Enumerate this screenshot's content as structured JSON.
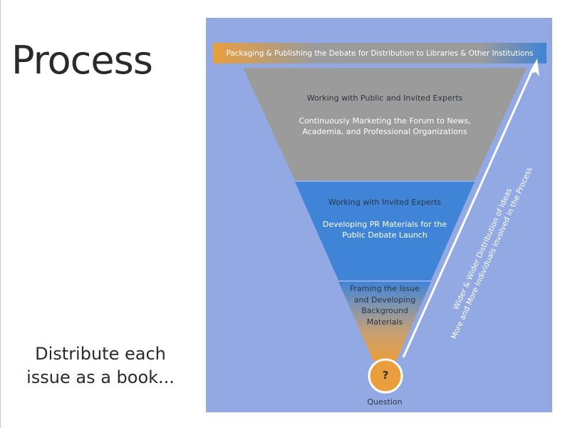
{
  "slide": {
    "title": "Process",
    "caption_line1": "Distribute each",
    "caption_line2": "issue as a book..."
  },
  "diagram": {
    "top_bar": {
      "label": "Packaging & Publishing the Debate for Distribution to Libraries & Other Institutions",
      "gradient": [
        "#e99f3d",
        "#9b9b9b",
        "#3f84d6"
      ]
    },
    "tiers": [
      {
        "primary": "Working with Public and Invited Experts",
        "secondary_line1": "Continuously Marketing the Forum to News,",
        "secondary_line2": "Academia, and Professional Organizations",
        "color": "#9b9b9b"
      },
      {
        "primary": "Working with Invited Experts",
        "secondary_line1": "Developing PR Materials for the",
        "secondary_line2": "Public Debate Launch",
        "color": "#3f84d6"
      },
      {
        "lines": [
          "Framing the Issue",
          "and Developing",
          "Background",
          "Materials"
        ],
        "gradient": [
          "#3f84d6",
          "#9b9b9b",
          "#e99f3d"
        ]
      }
    ],
    "question": {
      "symbol": "?",
      "label": "Question",
      "color": "#e99f3d"
    },
    "arrow": {
      "line1": "Wider & Wider Distribution of  Ideas",
      "line2": "More and More Individuals Involved in the Process"
    },
    "panel_color": "#93a9e3"
  }
}
